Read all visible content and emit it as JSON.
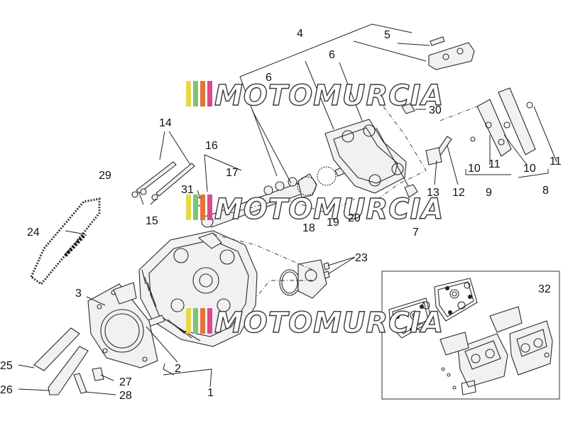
{
  "watermark": {
    "text": "MOTOMURCIA",
    "colors": [
      "#e8d64a",
      "#7cc576",
      "#e5733a",
      "#d94b8c"
    ]
  },
  "callouts": {
    "c1": "1",
    "c2": "2",
    "c3": "3",
    "c4": "4",
    "c5": "5",
    "c6a": "6",
    "c6b": "6",
    "c7": "7",
    "c8": "8",
    "c9": "9",
    "c10a": "10",
    "c10b": "10",
    "c11a": "11",
    "c11b": "11",
    "c12": "12",
    "c13": "13",
    "c14": "14",
    "c15": "15",
    "c16": "16",
    "c17": "17",
    "c18": "18",
    "c19": "19",
    "c20": "20",
    "c23": "23",
    "c24": "24",
    "c25": "25",
    "c26": "26",
    "c27": "27",
    "c28": "28",
    "c29": "29",
    "c30": "30",
    "c31": "31",
    "c32": "32"
  }
}
